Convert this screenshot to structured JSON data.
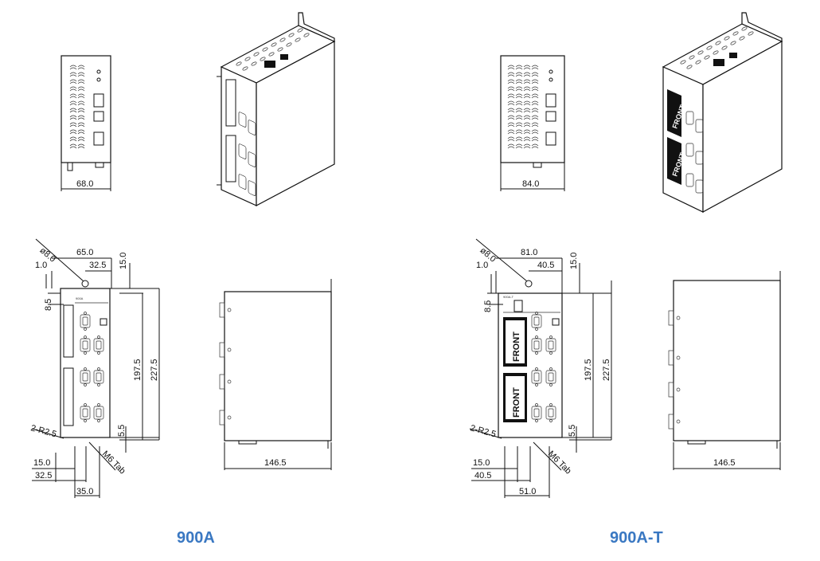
{
  "models": [
    {
      "name": "900A",
      "dims": {
        "top_width": "68.0",
        "hole": "ø8.0",
        "w_outer": "65.0",
        "w_half": "32.5",
        "edge": "1.0",
        "top_off": "15.0",
        "left_off": "8.5",
        "h_inner": "197.5",
        "h_total": "227.5",
        "bottom_off": "5.5",
        "radius": "2-R2.5",
        "b1": "15.0",
        "b2": "32.5",
        "b3": "35.0",
        "tab": "M6 Tab",
        "depth": "146.5"
      }
    },
    {
      "name": "900A-T",
      "dims": {
        "top_width": "84.0",
        "hole": "ø8.0",
        "w_outer": "81.0",
        "w_half": "40.5",
        "edge": "1.0",
        "top_off": "15.0",
        "left_off": "8.5",
        "h_inner": "197.5",
        "h_total": "227.5",
        "bottom_off": "5.5",
        "radius": "2-R2.5",
        "b1": "15.0",
        "b2": "40.5",
        "b3": "51.0",
        "tab": "M6 Tab",
        "depth": "146.5"
      },
      "front_label": "FRONT"
    }
  ],
  "caption_color": "#3a78c2"
}
